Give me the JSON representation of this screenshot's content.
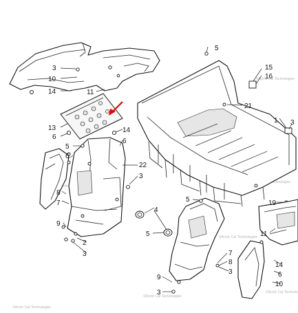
{
  "diagram": {
    "callouts": {
      "c5_top": "5",
      "c15": "15",
      "c16": "16",
      "c21": "21",
      "c1": "1",
      "c3_right": "3",
      "c3_tl": "3",
      "c10_tl": "10",
      "c14_tl": "14",
      "c11_tl": "11",
      "c13": "13",
      "c6_l": "6",
      "c14_m": "14",
      "c6_m": "6",
      "c5_l": "5",
      "c6_l2": "6",
      "c22": "22",
      "c3_m": "3",
      "c8_l": "8",
      "c7_l": "7",
      "c9_l": "9",
      "c2": "2",
      "c3_l": "3",
      "c4": "4",
      "c5_b": "5",
      "c5_b2": "5",
      "c19": "19",
      "c11_r": "11",
      "c7_c": "7",
      "c8_c": "8",
      "c3_c": "3",
      "c9_c": "9",
      "c3_c2": "3",
      "c14_r": "14",
      "c6_r": "6",
      "c10_r": "10"
    },
    "arrow_color": "#e60000",
    "watermark": "©Arctic Cat Technologies"
  }
}
